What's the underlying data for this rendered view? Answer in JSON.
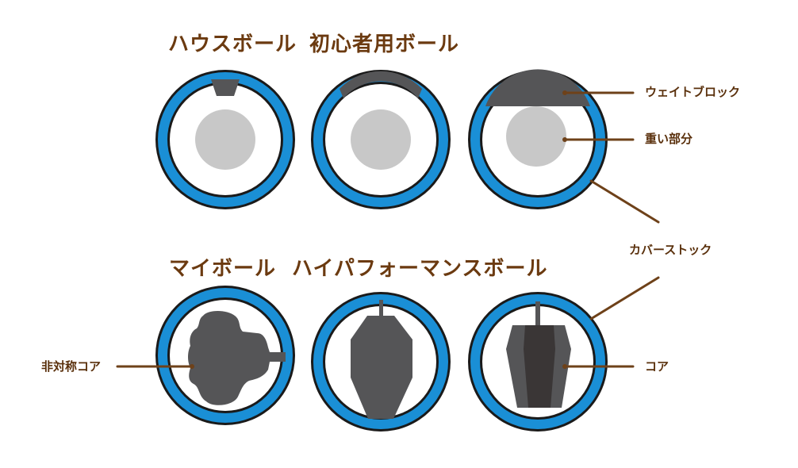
{
  "titles": {
    "house_ball": "ハウスボール",
    "beginner_ball": "初心者用ボール",
    "my_ball": "マイボール",
    "high_performance_ball": "ハイパフォーマンスボール"
  },
  "labels": {
    "weight_block": "ウェイトブロック",
    "heavy_part": "重い部分",
    "coverstock": "カバーストック",
    "asymmetric_core": "非対称コア",
    "core": "コア"
  },
  "colors": {
    "title_text": "#6b3a10",
    "label_text": "#5a300c",
    "leader_line": "#6e4119",
    "cover_blue": "#1a8fd6",
    "outline": "#1a1a1a",
    "core_gray": "#c8c8c8",
    "weight_dark": "#555557",
    "core_inner": "#3a3636"
  }
}
